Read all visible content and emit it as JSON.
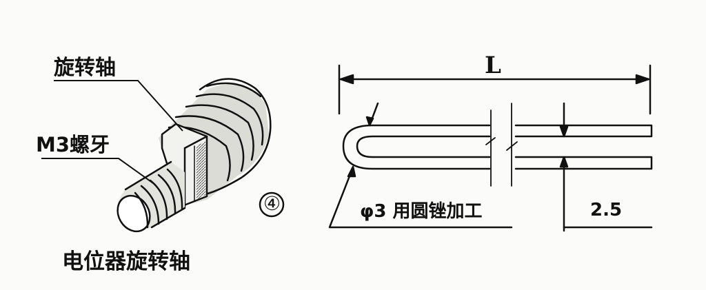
{
  "left_figure": {
    "label_shaft": "旋转轴",
    "label_thread": "M3螺牙",
    "circled_number": "④",
    "caption": "电位器旋转轴"
  },
  "right_figure": {
    "length_label": "L",
    "tip_label": "φ3 用圆锉加工",
    "gap_label": "2.5"
  },
  "colors": {
    "ink": "#111111",
    "paper": "#fbfbf9"
  }
}
